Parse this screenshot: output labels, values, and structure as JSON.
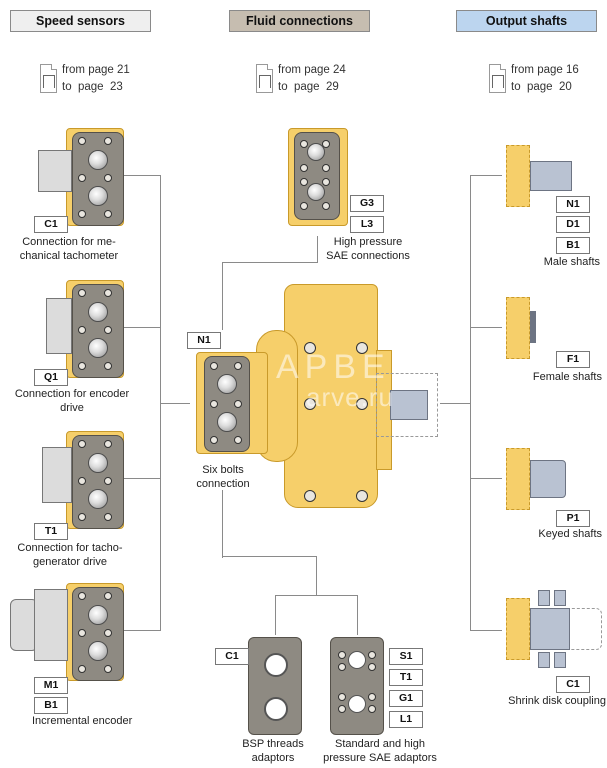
{
  "headers": {
    "speed_sensors": {
      "label": "Speed sensors",
      "bg": "#efefef"
    },
    "fluid_connections": {
      "label": "Fluid connections",
      "bg": "#c6bdb0"
    },
    "output_shafts": {
      "label": "Output shafts",
      "bg": "#bcd5ef"
    }
  },
  "page_refs": {
    "speed_sensors": {
      "from": "from page 21",
      "to": "to  page  23"
    },
    "fluid_connections": {
      "from": "from page 24",
      "to": "to  page  29"
    },
    "output_shafts": {
      "from": "from page 16",
      "to": "to  page  20"
    }
  },
  "speed_sensors": [
    {
      "codes": [
        "C1"
      ],
      "caption_lines": [
        "Connection for me-",
        "chanical tachometer"
      ]
    },
    {
      "codes": [
        "Q1"
      ],
      "caption_lines": [
        "Connection for encoder",
        "drive"
      ]
    },
    {
      "codes": [
        "T1"
      ],
      "caption_lines": [
        "Connection for tacho-",
        "generator drive"
      ]
    },
    {
      "codes": [
        "M1",
        "B1"
      ],
      "caption_lines": [
        "Incremental encoder"
      ]
    }
  ],
  "fluid_connections": {
    "high_pressure": {
      "codes": [
        "G3",
        "L3"
      ],
      "caption_lines": [
        "High pressure",
        "SAE connections"
      ]
    },
    "six_bolts": {
      "codes": [
        "N1"
      ],
      "caption_lines": [
        "Six bolts",
        "connection"
      ]
    },
    "bsp": {
      "codes": [
        "C1"
      ],
      "caption_lines": [
        "BSP threads",
        "adaptors"
      ]
    },
    "sae_adaptors": {
      "codes": [
        "S1",
        "T1",
        "G1",
        "L1"
      ],
      "caption_lines": [
        "Standard and high",
        "pressure SAE adaptors"
      ]
    }
  },
  "output_shafts": [
    {
      "codes": [
        "N1",
        "D1",
        "B1"
      ],
      "caption": "Male shafts"
    },
    {
      "codes": [
        "F1"
      ],
      "caption": "Female shafts"
    },
    {
      "codes": [
        "P1"
      ],
      "caption": "Keyed shafts"
    },
    {
      "codes": [
        "C1"
      ],
      "caption": "Shrink disk coupling"
    }
  ],
  "watermark": {
    "line1": "APBE",
    "line2": "arve.ru"
  },
  "colors": {
    "motor_yellow": "#f6cf6a",
    "plate_grey": "#8e8a82",
    "shaft_blue": "#b9c2d2",
    "connector_line": "#8a8a8a"
  }
}
